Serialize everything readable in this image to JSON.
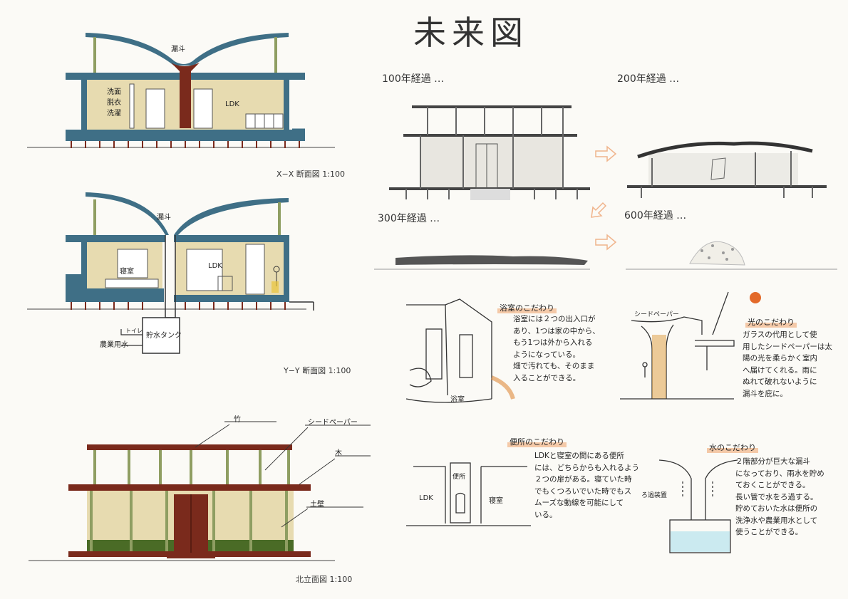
{
  "title": "未来図",
  "sections": {
    "xx": {
      "caption": "X−X 断面図 1:100",
      "funnel_label": "漏斗",
      "room_label": "洗面\n脱衣\n洗濯",
      "ldk_label": "LDK"
    },
    "yy": {
      "caption": "Y−Y 断面図 1:100",
      "funnel_label": "漏斗",
      "bedroom_label": "寝室",
      "ldk_label": "LDK",
      "tank_label": "貯水タンク",
      "toilet_label": "トイレ",
      "farm_label": "農業用水"
    },
    "north": {
      "caption": "北立面図 1:100",
      "callouts": [
        "竹",
        "シードペーパー",
        "木",
        "土壁"
      ]
    }
  },
  "future": {
    "stages": [
      "100年経過 …",
      "200年経過 …",
      "300年経過 …",
      "600年経過 …"
    ]
  },
  "notes": {
    "bath": {
      "title": "浴室のこだわり",
      "text": "浴室には２つの出入口が\nあり、1つは家の中から、\nもう1つは外から入れる\nようになっている。\n畑で汚れても、そのまま\n入ることができる。",
      "label": "浴室"
    },
    "light": {
      "title": "光のこだわり",
      "text": "ガラスの代用として使\n用したシードペーパーは太\n陽の光を柔らかく室内\nへ届けてくれる。雨に\nぬれて破れないように\n漏斗を庇に。",
      "label": "シードペーパー"
    },
    "toilet": {
      "title": "便所のこだわり",
      "text": "LDKと寝室の間にある便所\nには、どちらからも入れるよう\n２つの扉がある。寝ていた時\nでもくつろいでいた時でもス\nムーズな動線を可能にして\nいる。",
      "label_ldk": "LDK",
      "label_toilet": "便所",
      "label_bed": "寝室"
    },
    "water": {
      "title": "水のこだわり",
      "text": "２階部分が巨大な漏斗\nになっており、雨水を貯め\nておくことができる。\n長い管で水をろ過する。\n貯めておいた水は便所の\n洗浄水や農業用水として\n使うことができる。",
      "label": "ろ過装置"
    }
  },
  "colors": {
    "blue": "#3f6f86",
    "wall": "#e7dbb0",
    "pillar": "#7a2a1c",
    "bamboo": "#8f9e62",
    "marker": "#f4c9a8"
  }
}
